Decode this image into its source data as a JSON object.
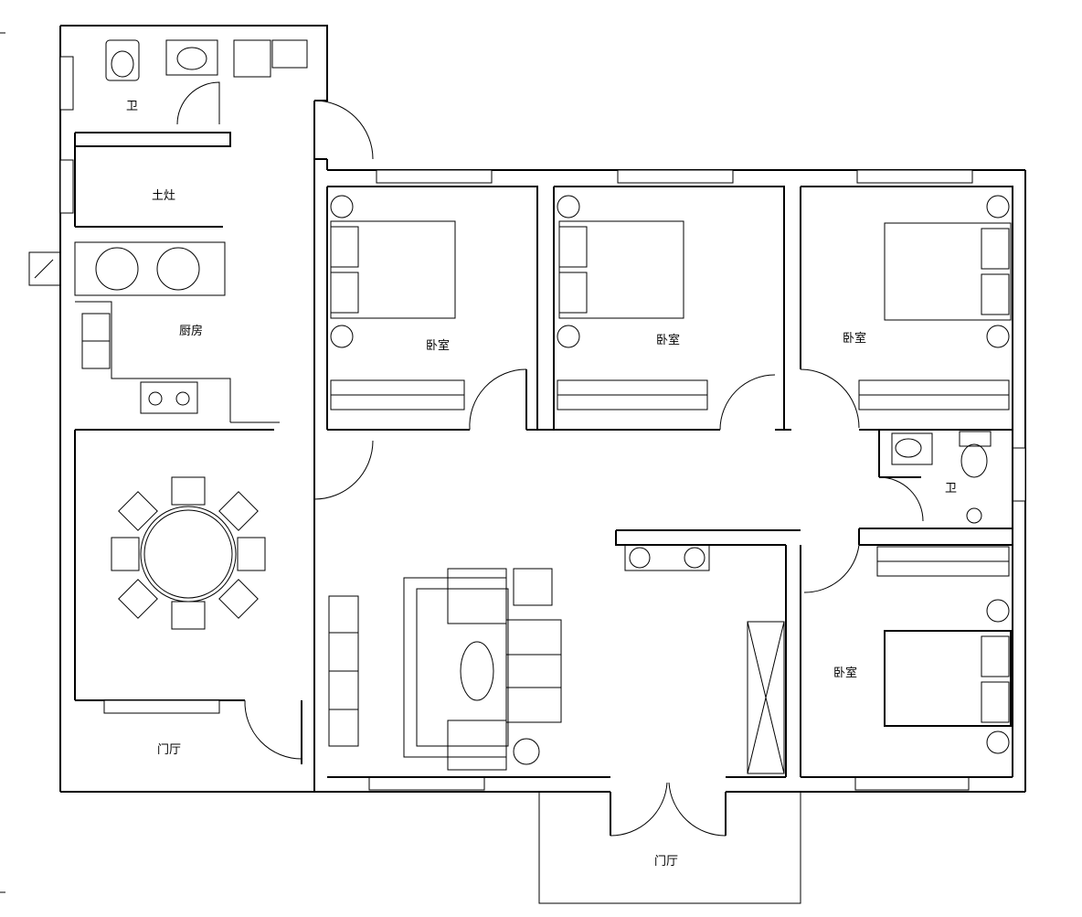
{
  "rooms": {
    "bath_1": "卫",
    "storage": "土灶",
    "kitchen": "厨房",
    "bedroom_1": "卧室",
    "bedroom_2": "卧室",
    "bedroom_3": "卧室",
    "bath_2": "卫",
    "bedroom_4": "卧室",
    "entry_left": "门厅",
    "entry_front": "门厅"
  }
}
